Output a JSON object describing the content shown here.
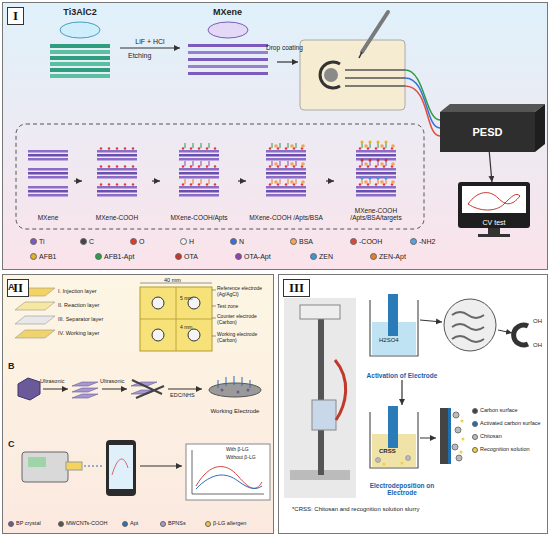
{
  "diagram": {
    "nodes": [
      {
        "text": [
          "I"
        ]
      },
      {
        "text": [
          "Ti3AlC2"
        ],
        "in": 0
      },
      {
        "text": [
          "MXene"
        ],
        "in": 0
      },
      {
        "text": [
          "PESD"
        ],
        "in": 0
      },
      {
        "text": [
          "CV test"
        ],
        "in": 0
      },
      {
        "text": [
          "MXene"
        ],
        "in": 0
      },
      {
        "text": [
          "MXene-COOH"
        ],
        "in": 0
      },
      {
        "text": [
          "MXene-COOH/Apts"
        ],
        "in": 0
      },
      {
        "text": [
          "MXene-COOH /Apts/BSA"
        ],
        "in": 0
      },
      {
        "text": [
          "MXene-COOH /Apts/BSA/targets"
        ],
        "in": 0
      },
      {
        "text": [
          "II"
        ]
      },
      {
        "text": [
          "Working Electrode"
        ],
        "in": 10
      },
      {
        "text": [
          "III"
        ]
      },
      {
        "text": [
          "Activation of Electrode"
        ],
        "in": 12
      },
      {
        "text": [
          "Electrodeposition on Electrode"
        ],
        "in": 12
      }
    ],
    "edges": [
      {
        "from": 1,
        "to": 2,
        "arrow": "to",
        "label": "LiF + HCl"
      },
      {
        "from": 3,
        "to": 4,
        "arrow": "to"
      },
      {
        "from": 5,
        "to": 6,
        "arrow": "to"
      },
      {
        "from": 6,
        "to": 7,
        "arrow": "to"
      },
      {
        "from": 7,
        "to": 8,
        "arrow": "to"
      },
      {
        "from": 8,
        "to": 9,
        "arrow": "to"
      },
      {
        "from": 13,
        "to": 14,
        "arrow": "to"
      }
    ],
    "labels": [
      "Etching",
      "Drop coating",
      "A",
      "B",
      "C",
      "I. Injection layer",
      "II. Reaction layer",
      "III. Separator layer",
      "IV. Working layer",
      "40 mm",
      "Reference electrode (Ag/AgCl)",
      "Test zone",
      "Counter electrode (Carbon)",
      "Working electrode (Carbon)",
      "5 mm",
      "4 mm",
      "Ultrasonic",
      "Ultrasonic",
      "EDC/NHS",
      "With β-LG",
      "Without β-LG",
      "H2SO4",
      "CRSS",
      "OH",
      "OH",
      "*CRSS: Chitosan and recognition solution slurry"
    ],
    "legend": [
      {
        "text": "Ti",
        "color": "#7a5bbf"
      },
      {
        "text": "C",
        "color": "#444444"
      },
      {
        "text": "O",
        "color": "#e03a2a"
      },
      {
        "text": "H",
        "color": "#f2f2f2"
      },
      {
        "text": "N",
        "color": "#3a6fd8"
      },
      {
        "text": "BSA",
        "color": "#f2a65a"
      },
      {
        "text": "-COOH",
        "color": "#d94a3a"
      },
      {
        "text": "-NH2",
        "color": "#5aa0e0"
      },
      {
        "text": "AFB1",
        "color": "#e8b020"
      },
      {
        "text": "AFB1-Apt",
        "color": "#2a9d4a"
      },
      {
        "text": "OTA",
        "color": "#c0392b"
      },
      {
        "text": "OTA-Apt",
        "color": "#8e44ad"
      },
      {
        "text": "ZEN",
        "color": "#3498db"
      },
      {
        "text": "ZEN-Apt",
        "color": "#e67e22"
      },
      {
        "text": "BP crystal",
        "color": "#6a5a9a"
      },
      {
        "text": "MWCNTs-COOH",
        "color": "#555555"
      },
      {
        "text": "Apt",
        "color": "#2f6db5"
      },
      {
        "text": "BPNSs",
        "color": "#a597cf"
      },
      {
        "text": "β-LG allergen",
        "color": "#f5c542"
      },
      {
        "text": "Carbon surface",
        "color": "#444444"
      },
      {
        "text": "Activated carbon surface",
        "color": "#1e6fb0"
      },
      {
        "text": "Chitosan",
        "color": "#bbbbbb"
      },
      {
        "text": "Recognition solution",
        "color": "#f2d13c"
      }
    ]
  }
}
